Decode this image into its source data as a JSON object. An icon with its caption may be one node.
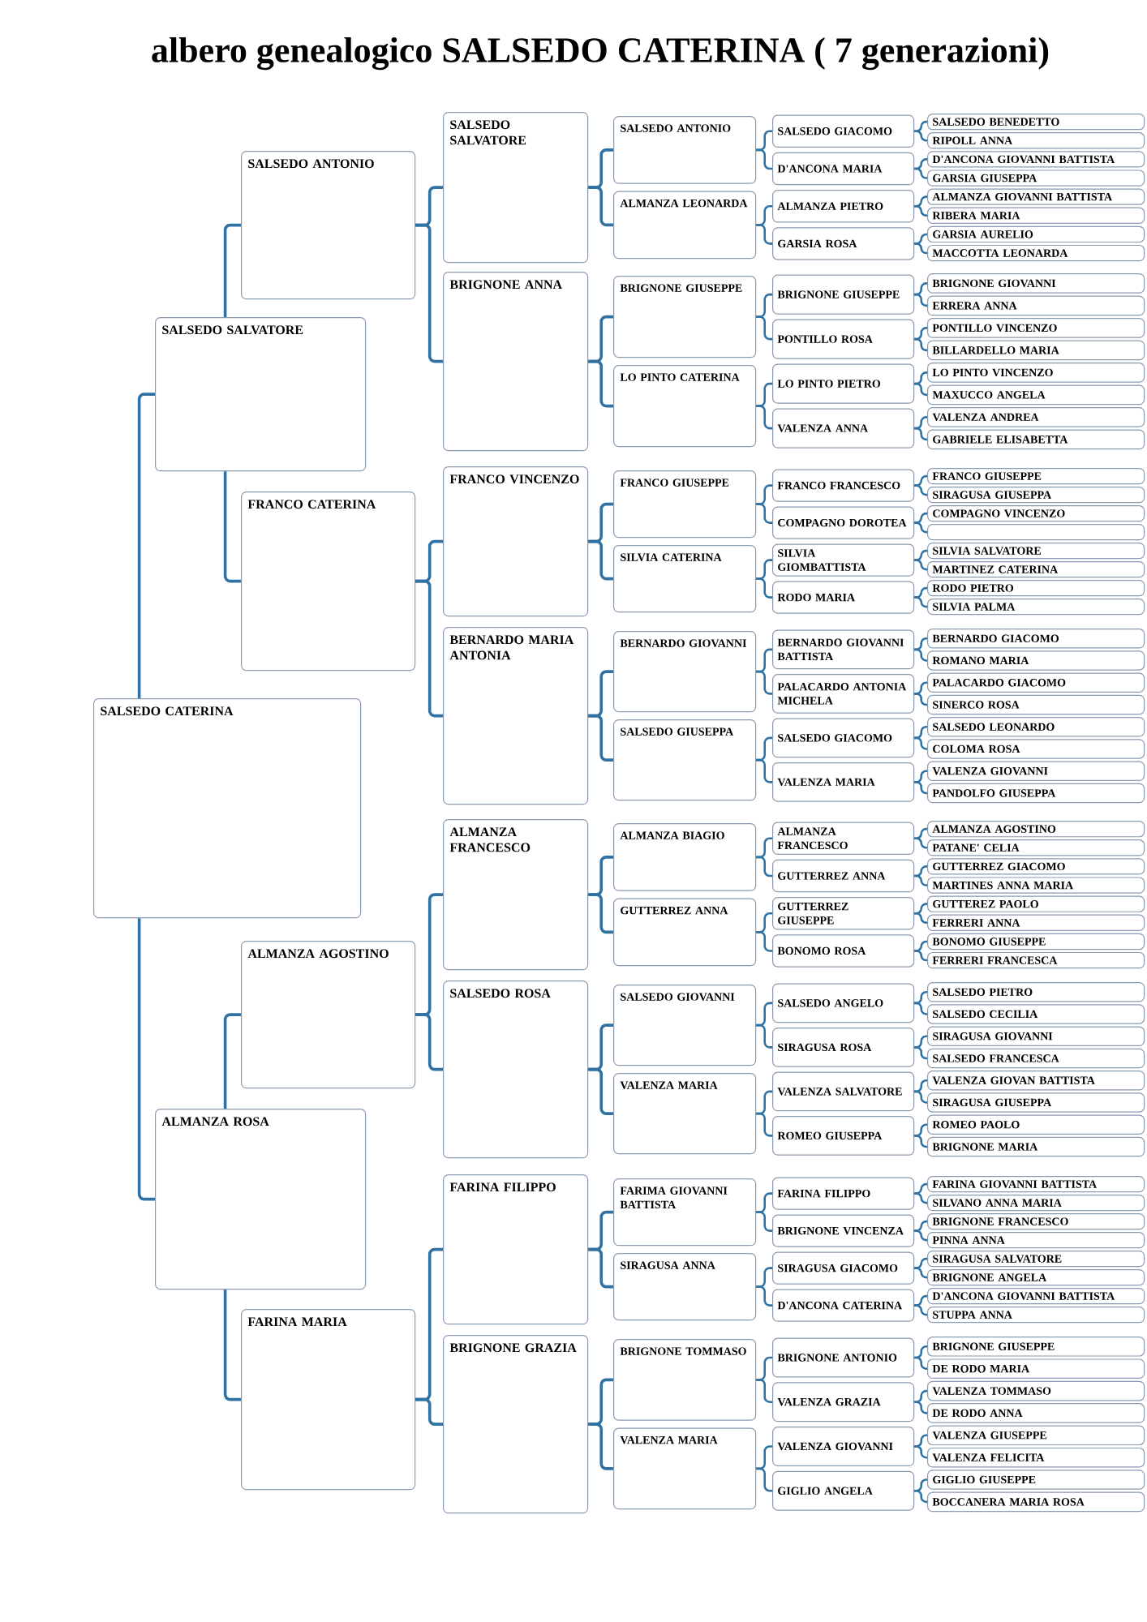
{
  "diagram": {
    "title": "albero genealogico SALSEDO CATERINA ( 7 generazioni)",
    "nodes": [
      {
        "text": [
          "SALSEDO CATERINA"
        ]
      },
      {
        "text": [
          "SALSEDO SALVATORE"
        ]
      },
      {
        "text": [
          "ALMANZA ROSA"
        ]
      },
      {
        "text": [
          "SALSEDO ANTONIO"
        ]
      },
      {
        "text": [
          "FRANCO CATERINA"
        ]
      },
      {
        "text": [
          "ALMANZA AGOSTINO"
        ]
      },
      {
        "text": [
          "FARINA MARIA"
        ]
      },
      {
        "text": [
          "SALSEDO SALVATORE"
        ]
      },
      {
        "text": [
          "BRIGNONE ANNA"
        ]
      },
      {
        "text": [
          "FRANCO VINCENZO"
        ]
      },
      {
        "text": [
          "BERNARDO MARIA ANTONIA"
        ]
      },
      {
        "text": [
          "ALMANZA FRANCESCO"
        ]
      },
      {
        "text": [
          "SALSEDO ROSA"
        ]
      },
      {
        "text": [
          "FARINA FILIPPO"
        ]
      },
      {
        "text": [
          "BRIGNONE GRAZIA"
        ]
      },
      {
        "text": [
          "SALSEDO ANTONIO"
        ]
      },
      {
        "text": [
          "ALMANZA LEONARDA"
        ]
      },
      {
        "text": [
          "BRIGNONE GIUSEPPE"
        ]
      },
      {
        "text": [
          "LO PINTO CATERINA"
        ]
      },
      {
        "text": [
          "FRANCO GIUSEPPE"
        ]
      },
      {
        "text": [
          "SILVIA CATERINA"
        ]
      },
      {
        "text": [
          "BERNARDO GIOVANNI"
        ]
      },
      {
        "text": [
          "SALSEDO GIUSEPPA"
        ]
      },
      {
        "text": [
          "ALMANZA BIAGIO"
        ]
      },
      {
        "text": [
          "GUTTERREZ ANNA"
        ]
      },
      {
        "text": [
          "SALSEDO GIOVANNI"
        ]
      },
      {
        "text": [
          "VALENZA MARIA"
        ]
      },
      {
        "text": [
          "FARIMA GIOVANNI BATTISTA"
        ]
      },
      {
        "text": [
          "SIRAGUSA ANNA"
        ]
      },
      {
        "text": [
          "BRIGNONE TOMMASO"
        ]
      },
      {
        "text": [
          "VALENZA MARIA"
        ]
      },
      {
        "text": [
          "SALSEDO GIACOMO"
        ]
      },
      {
        "text": [
          "D'ANCONA MARIA"
        ]
      },
      {
        "text": [
          "ALMANZA PIETRO"
        ]
      },
      {
        "text": [
          "GARSIA ROSA"
        ]
      },
      {
        "text": [
          "BRIGNONE GIUSEPPE"
        ]
      },
      {
        "text": [
          "PONTILLO ROSA"
        ]
      },
      {
        "text": [
          "LO PINTO PIETRO"
        ]
      },
      {
        "text": [
          "VALENZA ANNA"
        ]
      },
      {
        "text": [
          "FRANCO FRANCESCO"
        ]
      },
      {
        "text": [
          "COMPAGNO DOROTEA"
        ]
      },
      {
        "text": [
          "SILVIA GIOMBATTISTA"
        ]
      },
      {
        "text": [
          "RODO MARIA"
        ]
      },
      {
        "text": [
          "BERNARDO GIOVANNI BATTISTA"
        ]
      },
      {
        "text": [
          "PALACARDO ANTONIA MICHELA"
        ]
      },
      {
        "text": [
          "SALSEDO GIACOMO"
        ]
      },
      {
        "text": [
          "VALENZA MARIA"
        ]
      },
      {
        "text": [
          "ALMANZA FRANCESCO"
        ]
      },
      {
        "text": [
          "GUTTERREZ ANNA"
        ]
      },
      {
        "text": [
          "GUTTERREZ GIUSEPPE"
        ]
      },
      {
        "text": [
          "BONOMO ROSA"
        ]
      },
      {
        "text": [
          "SALSEDO ANGELO"
        ]
      },
      {
        "text": [
          "SIRAGUSA ROSA"
        ]
      },
      {
        "text": [
          "VALENZA SALVATORE"
        ]
      },
      {
        "text": [
          "ROMEO GIUSEPPA"
        ]
      },
      {
        "text": [
          "FARINA FILIPPO"
        ]
      },
      {
        "text": [
          "BRIGNONE VINCENZA"
        ]
      },
      {
        "text": [
          "SIRAGUSA GIACOMO"
        ]
      },
      {
        "text": [
          "D'ANCONA CATERINA"
        ]
      },
      {
        "text": [
          "BRIGNONE ANTONIO"
        ]
      },
      {
        "text": [
          "VALENZA GRAZIA"
        ]
      },
      {
        "text": [
          "VALENZA GIOVANNI"
        ]
      },
      {
        "text": [
          "GIGLIO ANGELA"
        ]
      },
      {
        "text": [
          "SALSEDO BENEDETTO"
        ]
      },
      {
        "text": [
          "RIPOLL ANNA"
        ]
      },
      {
        "text": [
          "D'ANCONA GIOVANNI BATTISTA"
        ]
      },
      {
        "text": [
          "GARSIA GIUSEPPA"
        ]
      },
      {
        "text": [
          "ALMANZA GIOVANNI BATTISTA"
        ]
      },
      {
        "text": [
          "RIBERA MARIA"
        ]
      },
      {
        "text": [
          "GARSIA AURELIO"
        ]
      },
      {
        "text": [
          "MACCOTTA LEONARDA"
        ]
      },
      {
        "text": [
          "BRIGNONE GIOVANNI"
        ]
      },
      {
        "text": [
          "ERRERA ANNA"
        ]
      },
      {
        "text": [
          "PONTILLO VINCENZO"
        ]
      },
      {
        "text": [
          "BILLARDELLO MARIA"
        ]
      },
      {
        "text": [
          "LO PINTO VINCENZO"
        ]
      },
      {
        "text": [
          "MAXUCCO ANGELA"
        ]
      },
      {
        "text": [
          "VALENZA ANDREA"
        ]
      },
      {
        "text": [
          "GABRIELE ELISABETTA"
        ]
      },
      {
        "text": [
          "FRANCO GIUSEPPE"
        ]
      },
      {
        "text": [
          "SIRAGUSA GIUSEPPA"
        ]
      },
      {
        "text": [
          "COMPAGNO VINCENZO"
        ]
      },
      {
        "text": [],
        "shape": "box"
      },
      {
        "text": [
          "SILVIA SALVATORE"
        ]
      },
      {
        "text": [
          "MARTINEZ CATERINA"
        ]
      },
      {
        "text": [
          "RODO PIETRO"
        ]
      },
      {
        "text": [
          "SILVIA PALMA"
        ]
      },
      {
        "text": [
          "BERNARDO GIACOMO"
        ]
      },
      {
        "text": [
          "ROMANO MARIA"
        ]
      },
      {
        "text": [
          "PALACARDO GIACOMO"
        ]
      },
      {
        "text": [
          "SINERCO ROSA"
        ]
      },
      {
        "text": [
          "SALSEDO LEONARDO"
        ]
      },
      {
        "text": [
          "COLOMA ROSA"
        ]
      },
      {
        "text": [
          "VALENZA GIOVANNI"
        ]
      },
      {
        "text": [
          "PANDOLFO GIUSEPPA"
        ]
      },
      {
        "text": [
          "ALMANZA AGOSTINO"
        ]
      },
      {
        "text": [
          "PATANE' CELIA"
        ]
      },
      {
        "text": [
          "GUTTERREZ GIACOMO"
        ]
      },
      {
        "text": [
          "MARTINES ANNA MARIA"
        ]
      },
      {
        "text": [
          "GUTTEREZ PAOLO"
        ]
      },
      {
        "text": [
          "FERRERI ANNA"
        ]
      },
      {
        "text": [
          "BONOMO GIUSEPPE"
        ]
      },
      {
        "text": [
          "FERRERI FRANCESCA"
        ]
      },
      {
        "text": [
          "SALSEDO PIETRO"
        ]
      },
      {
        "text": [
          "SALSEDO CECILIA"
        ]
      },
      {
        "text": [
          "SIRAGUSA GIOVANNI"
        ]
      },
      {
        "text": [
          "SALSEDO FRANCESCA"
        ]
      },
      {
        "text": [
          "VALENZA GIOVAN BATTISTA"
        ]
      },
      {
        "text": [
          "SIRAGUSA GIUSEPPA"
        ]
      },
      {
        "text": [
          "ROMEO PAOLO"
        ]
      },
      {
        "text": [
          "BRIGNONE MARIA"
        ]
      },
      {
        "text": [
          "FARINA GIOVANNI BATTISTA"
        ]
      },
      {
        "text": [
          "SILVANO ANNA MARIA"
        ]
      },
      {
        "text": [
          "BRIGNONE FRANCESCO"
        ]
      },
      {
        "text": [
          "PINNA ANNA"
        ]
      },
      {
        "text": [
          "SIRAGUSA SALVATORE"
        ]
      },
      {
        "text": [
          "BRIGNONE ANGELA"
        ]
      },
      {
        "text": [
          "D'ANCONA GIOVANNI BATTISTA"
        ]
      },
      {
        "text": [
          "STUPPA ANNA"
        ]
      },
      {
        "text": [
          "BRIGNONE GIUSEPPE"
        ]
      },
      {
        "text": [
          "DE RODO MARIA"
        ]
      },
      {
        "text": [
          "VALENZA TOMMASO"
        ]
      },
      {
        "text": [
          "DE RODO ANNA"
        ]
      },
      {
        "text": [
          "VALENZA GIUSEPPE"
        ]
      },
      {
        "text": [
          "VALENZA FELICITA"
        ]
      },
      {
        "text": [
          "GIGLIO GIUSEPPE"
        ]
      },
      {
        "text": [
          "BOCCANERA MARIA ROSA"
        ]
      }
    ],
    "edges": [
      {
        "from": 0,
        "to": 1,
        "arrow": "none"
      },
      {
        "from": 0,
        "to": 2,
        "arrow": "none"
      },
      {
        "from": 1,
        "to": 3,
        "arrow": "none"
      },
      {
        "from": 1,
        "to": 4,
        "arrow": "none"
      },
      {
        "from": 2,
        "to": 5,
        "arrow": "none"
      },
      {
        "from": 2,
        "to": 6,
        "arrow": "none"
      },
      {
        "from": 3,
        "to": 7,
        "arrow": "none"
      },
      {
        "from": 3,
        "to": 8,
        "arrow": "none"
      },
      {
        "from": 4,
        "to": 9,
        "arrow": "none"
      },
      {
        "from": 4,
        "to": 10,
        "arrow": "none"
      },
      {
        "from": 5,
        "to": 11,
        "arrow": "none"
      },
      {
        "from": 5,
        "to": 12,
        "arrow": "none"
      },
      {
        "from": 6,
        "to": 13,
        "arrow": "none"
      },
      {
        "from": 6,
        "to": 14,
        "arrow": "none"
      },
      {
        "from": 7,
        "to": 15,
        "arrow": "none"
      },
      {
        "from": 7,
        "to": 16,
        "arrow": "none"
      },
      {
        "from": 8,
        "to": 17,
        "arrow": "none"
      },
      {
        "from": 8,
        "to": 18,
        "arrow": "none"
      },
      {
        "from": 9,
        "to": 19,
        "arrow": "none"
      },
      {
        "from": 9,
        "to": 20,
        "arrow": "none"
      },
      {
        "from": 10,
        "to": 21,
        "arrow": "none"
      },
      {
        "from": 10,
        "to": 22,
        "arrow": "none"
      },
      {
        "from": 11,
        "to": 23,
        "arrow": "none"
      },
      {
        "from": 11,
        "to": 24,
        "arrow": "none"
      },
      {
        "from": 12,
        "to": 25,
        "arrow": "none"
      },
      {
        "from": 12,
        "to": 26,
        "arrow": "none"
      },
      {
        "from": 13,
        "to": 27,
        "arrow": "none"
      },
      {
        "from": 13,
        "to": 28,
        "arrow": "none"
      },
      {
        "from": 14,
        "to": 29,
        "arrow": "none"
      },
      {
        "from": 14,
        "to": 30,
        "arrow": "none"
      },
      {
        "from": 15,
        "to": 31,
        "arrow": "none"
      },
      {
        "from": 15,
        "to": 32,
        "arrow": "none"
      },
      {
        "from": 16,
        "to": 33,
        "arrow": "none"
      },
      {
        "from": 16,
        "to": 34,
        "arrow": "none"
      },
      {
        "from": 17,
        "to": 35,
        "arrow": "none"
      },
      {
        "from": 17,
        "to": 36,
        "arrow": "none"
      },
      {
        "from": 18,
        "to": 37,
        "arrow": "none"
      },
      {
        "from": 18,
        "to": 38,
        "arrow": "none"
      },
      {
        "from": 19,
        "to": 39,
        "arrow": "none"
      },
      {
        "from": 19,
        "to": 40,
        "arrow": "none"
      },
      {
        "from": 20,
        "to": 41,
        "arrow": "none"
      },
      {
        "from": 20,
        "to": 42,
        "arrow": "none"
      },
      {
        "from": 21,
        "to": 43,
        "arrow": "none"
      },
      {
        "from": 21,
        "to": 44,
        "arrow": "none"
      },
      {
        "from": 22,
        "to": 45,
        "arrow": "none"
      },
      {
        "from": 22,
        "to": 46,
        "arrow": "none"
      },
      {
        "from": 23,
        "to": 47,
        "arrow": "none"
      },
      {
        "from": 23,
        "to": 48,
        "arrow": "none"
      },
      {
        "from": 24,
        "to": 49,
        "arrow": "none"
      },
      {
        "from": 24,
        "to": 50,
        "arrow": "none"
      },
      {
        "from": 25,
        "to": 51,
        "arrow": "none"
      },
      {
        "from": 25,
        "to": 52,
        "arrow": "none"
      },
      {
        "from": 26,
        "to": 53,
        "arrow": "none"
      },
      {
        "from": 26,
        "to": 54,
        "arrow": "none"
      },
      {
        "from": 27,
        "to": 55,
        "arrow": "none"
      },
      {
        "from": 27,
        "to": 56,
        "arrow": "none"
      },
      {
        "from": 28,
        "to": 57,
        "arrow": "none"
      },
      {
        "from": 28,
        "to": 58,
        "arrow": "none"
      },
      {
        "from": 29,
        "to": 59,
        "arrow": "none"
      },
      {
        "from": 29,
        "to": 60,
        "arrow": "none"
      },
      {
        "from": 30,
        "to": 61,
        "arrow": "none"
      },
      {
        "from": 30,
        "to": 62,
        "arrow": "none"
      },
      {
        "from": 31,
        "to": 63,
        "arrow": "none"
      },
      {
        "from": 31,
        "to": 64,
        "arrow": "none"
      },
      {
        "from": 32,
        "to": 65,
        "arrow": "none"
      },
      {
        "from": 32,
        "to": 66,
        "arrow": "none"
      },
      {
        "from": 33,
        "to": 67,
        "arrow": "none"
      },
      {
        "from": 33,
        "to": 68,
        "arrow": "none"
      },
      {
        "from": 34,
        "to": 69,
        "arrow": "none"
      },
      {
        "from": 34,
        "to": 70,
        "arrow": "none"
      },
      {
        "from": 35,
        "to": 71,
        "arrow": "none"
      },
      {
        "from": 35,
        "to": 72,
        "arrow": "none"
      },
      {
        "from": 36,
        "to": 73,
        "arrow": "none"
      },
      {
        "from": 36,
        "to": 74,
        "arrow": "none"
      },
      {
        "from": 37,
        "to": 75,
        "arrow": "none"
      },
      {
        "from": 37,
        "to": 76,
        "arrow": "none"
      },
      {
        "from": 38,
        "to": 77,
        "arrow": "none"
      },
      {
        "from": 38,
        "to": 78,
        "arrow": "none"
      },
      {
        "from": 39,
        "to": 79,
        "arrow": "none"
      },
      {
        "from": 39,
        "to": 80,
        "arrow": "none"
      },
      {
        "from": 40,
        "to": 81,
        "arrow": "none"
      },
      {
        "from": 40,
        "to": 82,
        "arrow": "none"
      },
      {
        "from": 41,
        "to": 83,
        "arrow": "none"
      },
      {
        "from": 41,
        "to": 84,
        "arrow": "none"
      },
      {
        "from": 42,
        "to": 85,
        "arrow": "none"
      },
      {
        "from": 42,
        "to": 86,
        "arrow": "none"
      },
      {
        "from": 43,
        "to": 87,
        "arrow": "none"
      },
      {
        "from": 43,
        "to": 88,
        "arrow": "none"
      },
      {
        "from": 44,
        "to": 89,
        "arrow": "none"
      },
      {
        "from": 44,
        "to": 90,
        "arrow": "none"
      },
      {
        "from": 45,
        "to": 91,
        "arrow": "none"
      },
      {
        "from": 45,
        "to": 92,
        "arrow": "none"
      },
      {
        "from": 46,
        "to": 93,
        "arrow": "none"
      },
      {
        "from": 46,
        "to": 94,
        "arrow": "none"
      },
      {
        "from": 47,
        "to": 95,
        "arrow": "none"
      },
      {
        "from": 47,
        "to": 96,
        "arrow": "none"
      },
      {
        "from": 48,
        "to": 97,
        "arrow": "none"
      },
      {
        "from": 48,
        "to": 98,
        "arrow": "none"
      },
      {
        "from": 49,
        "to": 99,
        "arrow": "none"
      },
      {
        "from": 49,
        "to": 100,
        "arrow": "none"
      },
      {
        "from": 50,
        "to": 101,
        "arrow": "none"
      },
      {
        "from": 50,
        "to": 102,
        "arrow": "none"
      },
      {
        "from": 51,
        "to": 103,
        "arrow": "none"
      },
      {
        "from": 51,
        "to": 104,
        "arrow": "none"
      },
      {
        "from": 52,
        "to": 105,
        "arrow": "none"
      },
      {
        "from": 52,
        "to": 106,
        "arrow": "none"
      },
      {
        "from": 53,
        "to": 107,
        "arrow": "none"
      },
      {
        "from": 53,
        "to": 108,
        "arrow": "none"
      },
      {
        "from": 54,
        "to": 109,
        "arrow": "none"
      },
      {
        "from": 54,
        "to": 110,
        "arrow": "none"
      },
      {
        "from": 55,
        "to": 111,
        "arrow": "none"
      },
      {
        "from": 55,
        "to": 112,
        "arrow": "none"
      },
      {
        "from": 56,
        "to": 113,
        "arrow": "none"
      },
      {
        "from": 56,
        "to": 114,
        "arrow": "none"
      },
      {
        "from": 57,
        "to": 115,
        "arrow": "none"
      },
      {
        "from": 57,
        "to": 116,
        "arrow": "none"
      },
      {
        "from": 58,
        "to": 117,
        "arrow": "none"
      },
      {
        "from": 58,
        "to": 118,
        "arrow": "none"
      },
      {
        "from": 59,
        "to": 119,
        "arrow": "none"
      },
      {
        "from": 59,
        "to": 120,
        "arrow": "none"
      },
      {
        "from": 60,
        "to": 121,
        "arrow": "none"
      },
      {
        "from": 60,
        "to": 122,
        "arrow": "none"
      },
      {
        "from": 61,
        "to": 123,
        "arrow": "none"
      },
      {
        "from": 61,
        "to": 124,
        "arrow": "none"
      },
      {
        "from": 62,
        "to": 125,
        "arrow": "none"
      },
      {
        "from": 62,
        "to": 126,
        "arrow": "none"
      }
    ]
  }
}
